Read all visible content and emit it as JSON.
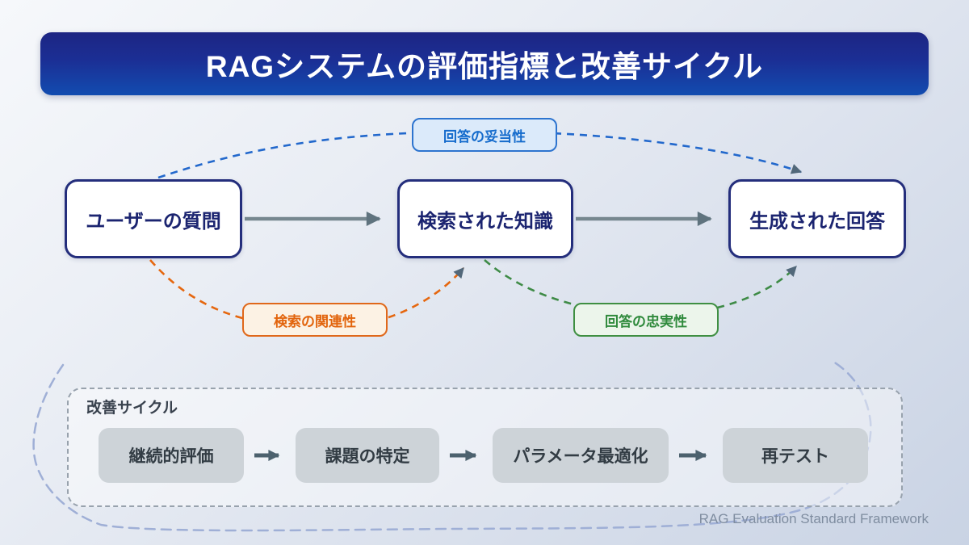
{
  "title": "RAGシステムの評価指標と改善サイクル",
  "flow": {
    "nodes": [
      {
        "label": "ユーザーの質問"
      },
      {
        "label": "検索された知識"
      },
      {
        "label": "生成された回答"
      }
    ]
  },
  "metrics": {
    "answer_validity": {
      "label": "回答の妥当性",
      "line_color": "#2268cc",
      "bg": "#dbeafa",
      "border": "#2d74cf"
    },
    "retrieval_relevance": {
      "label": "検索の関連性",
      "line_color": "#e5670f",
      "bg": "#fcf2e4",
      "border": "#e0681a"
    },
    "answer_faithfulness": {
      "label": "回答の忠実性",
      "line_color": "#3e8b46",
      "bg": "#ecf5eb",
      "border": "#3f8f42"
    }
  },
  "cycle": {
    "heading": "改善サイクル",
    "steps": [
      "継続的評価",
      "課題の特定",
      "パラメータ最適化",
      "再テスト"
    ]
  },
  "footer": "RAG Evaluation Standard Framework",
  "colors": {
    "banner_top": "#1d2583",
    "banner_bottom": "#124cb0",
    "node_border": "#242e7c",
    "node_text": "#1b2470",
    "flow_arrow": "#76878f",
    "arrowhead": "#52687a",
    "cycle_loop": "#9fafd6",
    "panel_border": "#98a2ad",
    "step_bg": "#cdd3d8"
  }
}
